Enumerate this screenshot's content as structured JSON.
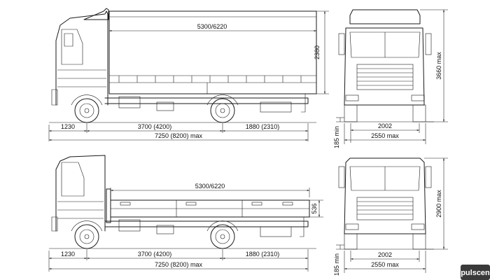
{
  "top_side": {
    "platform_length": "5300/6220",
    "body_height": "2380",
    "front_overhang": "1230",
    "wheelbase": "3700 (4200)",
    "rear_overhang": "1880 (2310)",
    "total_length": "7250 (8200) max"
  },
  "top_front": {
    "total_height": "3660 max",
    "track": "2002",
    "width": "2550 max",
    "ground_clearance": "185 min"
  },
  "bottom_side": {
    "platform_length": "5300/6220",
    "side_height": "536",
    "front_overhang": "1230",
    "wheelbase": "3700 (4200)",
    "rear_overhang": "1880 (2310)",
    "total_length": "7250 (8200) max"
  },
  "bottom_front": {
    "total_height": "2900 max",
    "track": "2002",
    "width": "2550 max",
    "ground_clearance": "185 min"
  },
  "watermark": "pulscen"
}
